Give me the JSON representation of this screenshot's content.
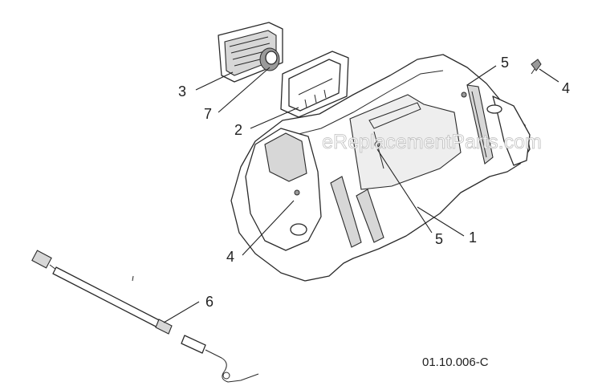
{
  "callouts": [
    {
      "id": "c3",
      "label": "3"
    },
    {
      "id": "c7",
      "label": "7"
    },
    {
      "id": "c2",
      "label": "2"
    },
    {
      "id": "c5a",
      "label": "5"
    },
    {
      "id": "c4a",
      "label": "4"
    },
    {
      "id": "c4b",
      "label": "4"
    },
    {
      "id": "c5b",
      "label": "5"
    },
    {
      "id": "c1",
      "label": "1"
    },
    {
      "id": "c6",
      "label": "6"
    }
  ],
  "diagram_code": "01.10.006-C",
  "watermark": "eReplacementParts.com"
}
